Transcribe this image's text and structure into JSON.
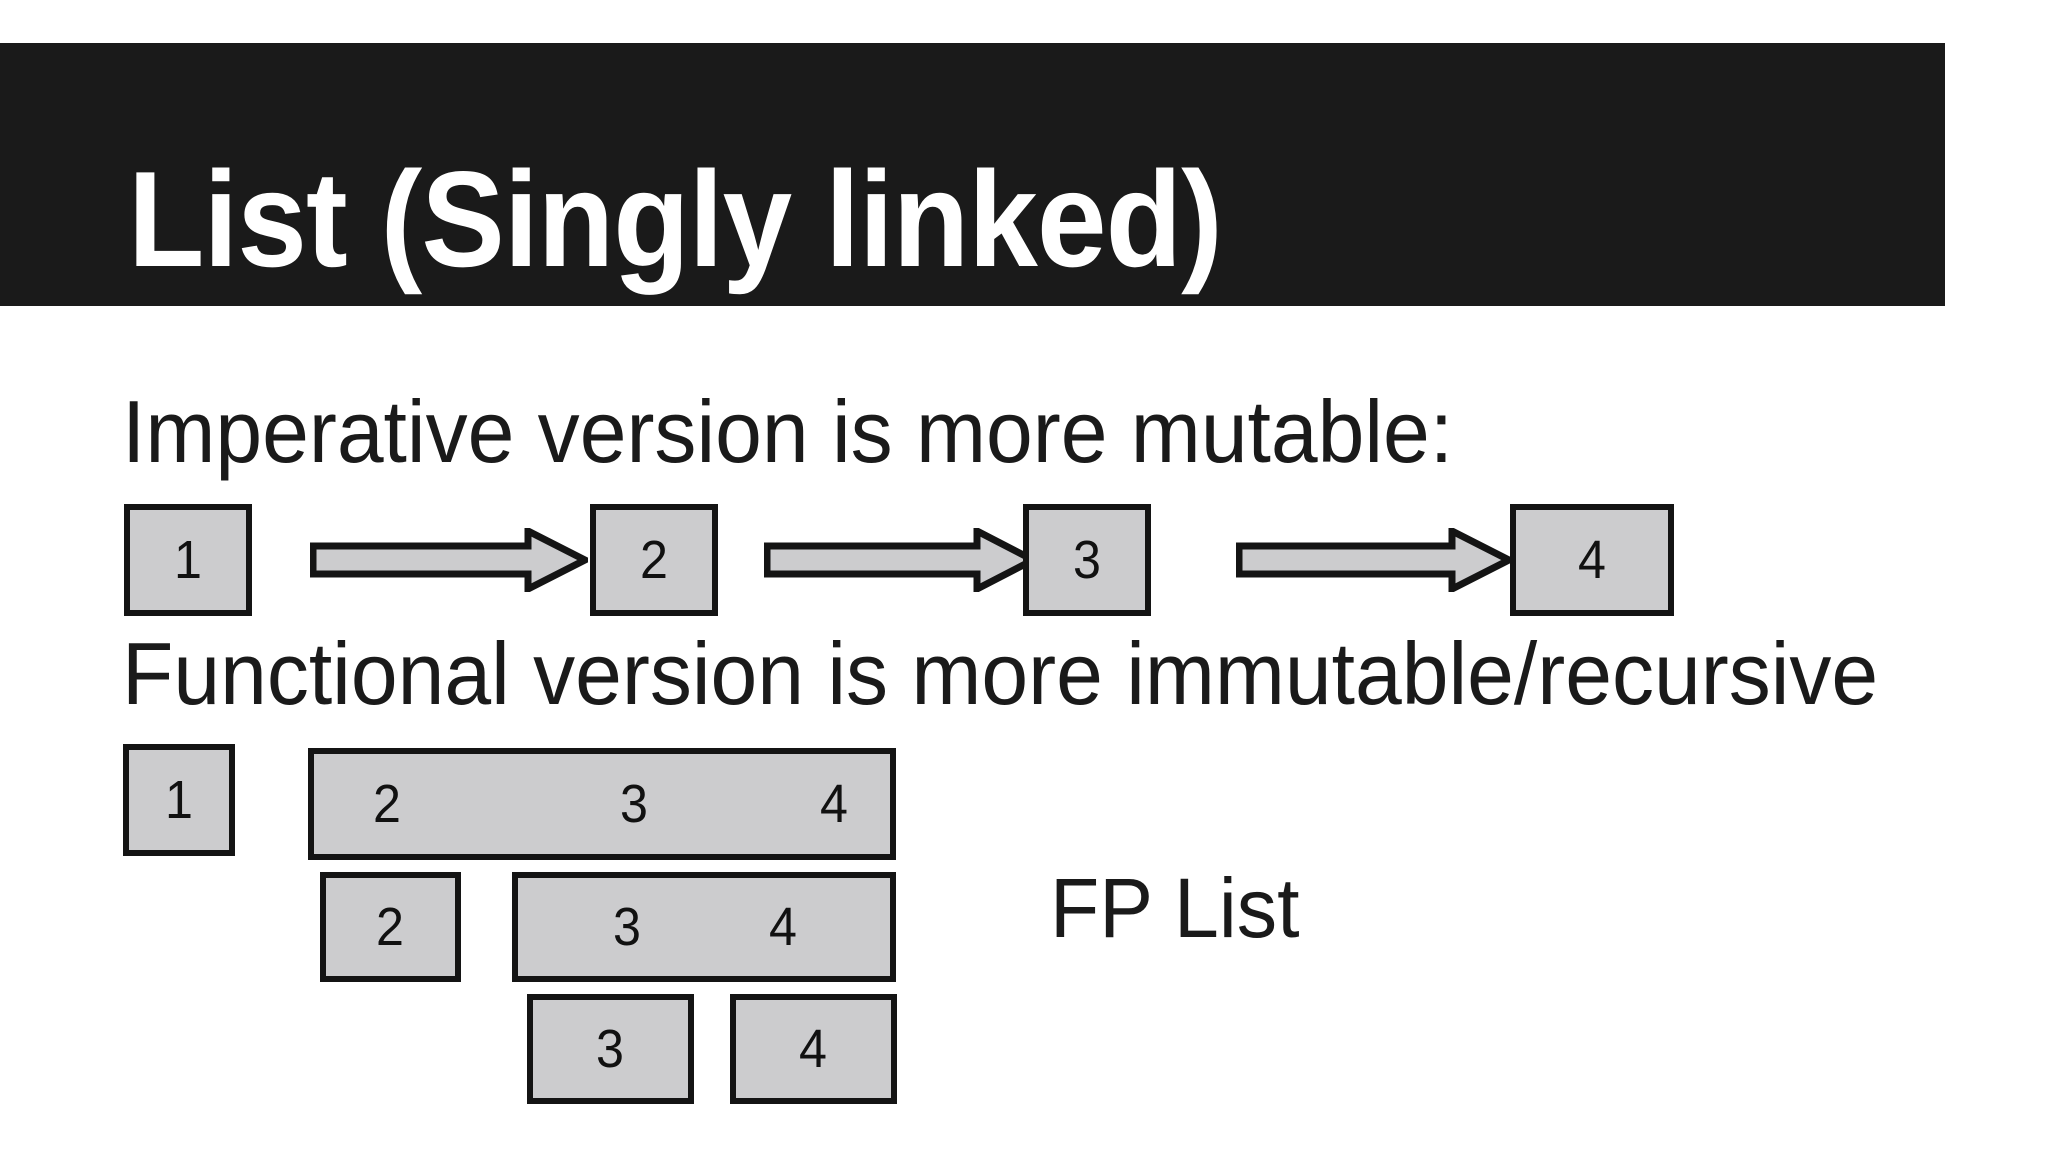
{
  "slide": {
    "title": "List (Singly linked)",
    "theme": {
      "title_bar_background": "#1a1a1a",
      "title_color": "#ffffff",
      "body_text_color": "#1a1a1a",
      "node_fill": "#ccccce",
      "node_border": "#141414",
      "page_background": "#ffffff"
    }
  },
  "imperative": {
    "heading": "Imperative version is more mutable:",
    "nodes": [
      "1",
      "2",
      "3",
      "4"
    ],
    "arrows": [
      "arrow-right-1",
      "arrow-right-2",
      "arrow-right-3"
    ]
  },
  "functional": {
    "heading": "Functional version is more immutable/recursive",
    "caption": "FP List",
    "rows": [
      {
        "head": "1",
        "tail": [
          "2",
          "3",
          "4"
        ]
      },
      {
        "head": "2",
        "tail": [
          "3",
          "4"
        ]
      },
      {
        "head": "3",
        "tail": [
          "4"
        ]
      }
    ]
  }
}
